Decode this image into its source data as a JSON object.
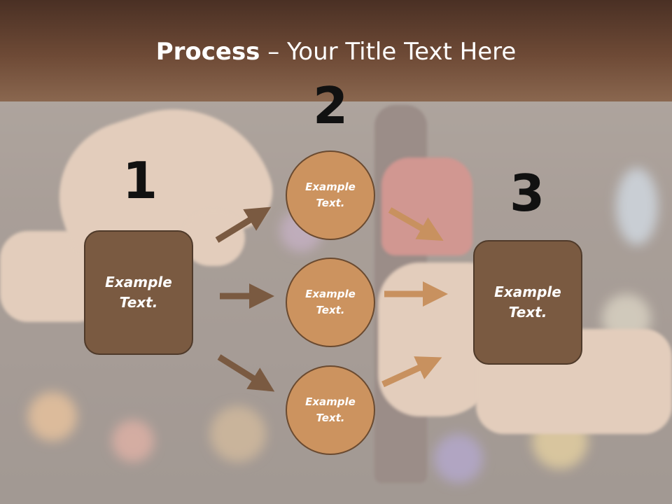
{
  "slide": {
    "title_bold": "Process",
    "title_rest": " – Your Title Text Here"
  },
  "steps": {
    "one": {
      "number": "1",
      "line1": "Example",
      "line2": "Text."
    },
    "two": {
      "number": "2",
      "items": [
        {
          "line1": "Example",
          "line2": "Text."
        },
        {
          "line1": "Example",
          "line2": "Text."
        },
        {
          "line1": "Example",
          "line2": "Text."
        }
      ]
    },
    "three": {
      "number": "3",
      "line1": "Example",
      "line2": "Text."
    }
  },
  "colors": {
    "header": "#6e4a36",
    "box_fill": "#7a5a41",
    "circle_fill": "#cc935f",
    "left_arrow": "#7a5a41",
    "right_arrow": "#c8915f"
  }
}
